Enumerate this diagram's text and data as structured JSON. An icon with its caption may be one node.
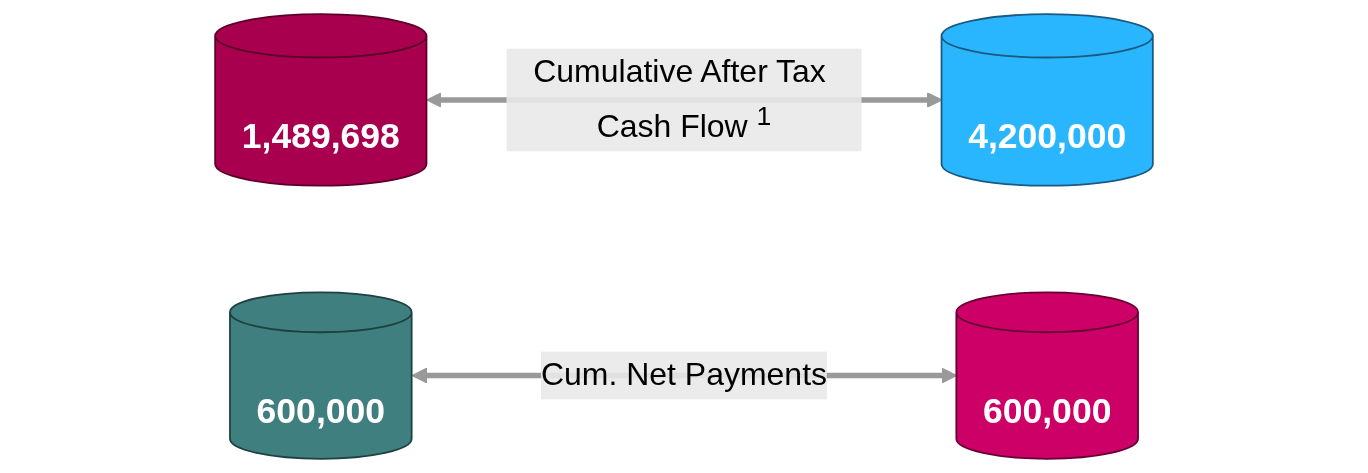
{
  "diagram": {
    "nodes": [
      {
        "text": [
          "1,489,698"
        ]
      },
      {
        "text": [
          "600,000"
        ]
      },
      {
        "text": [
          "600,000"
        ]
      },
      {
        "text": [
          "4,200,000"
        ]
      }
    ],
    "edges": [
      {
        "from": 1,
        "to": 2,
        "arrow": "both",
        "label": "Cum. Net Payments"
      },
      {
        "from": 0,
        "to": 3,
        "arrow": "both",
        "label": "Cumulative After Tax Cash Flow $^{1}$"
      }
    ]
  }
}
